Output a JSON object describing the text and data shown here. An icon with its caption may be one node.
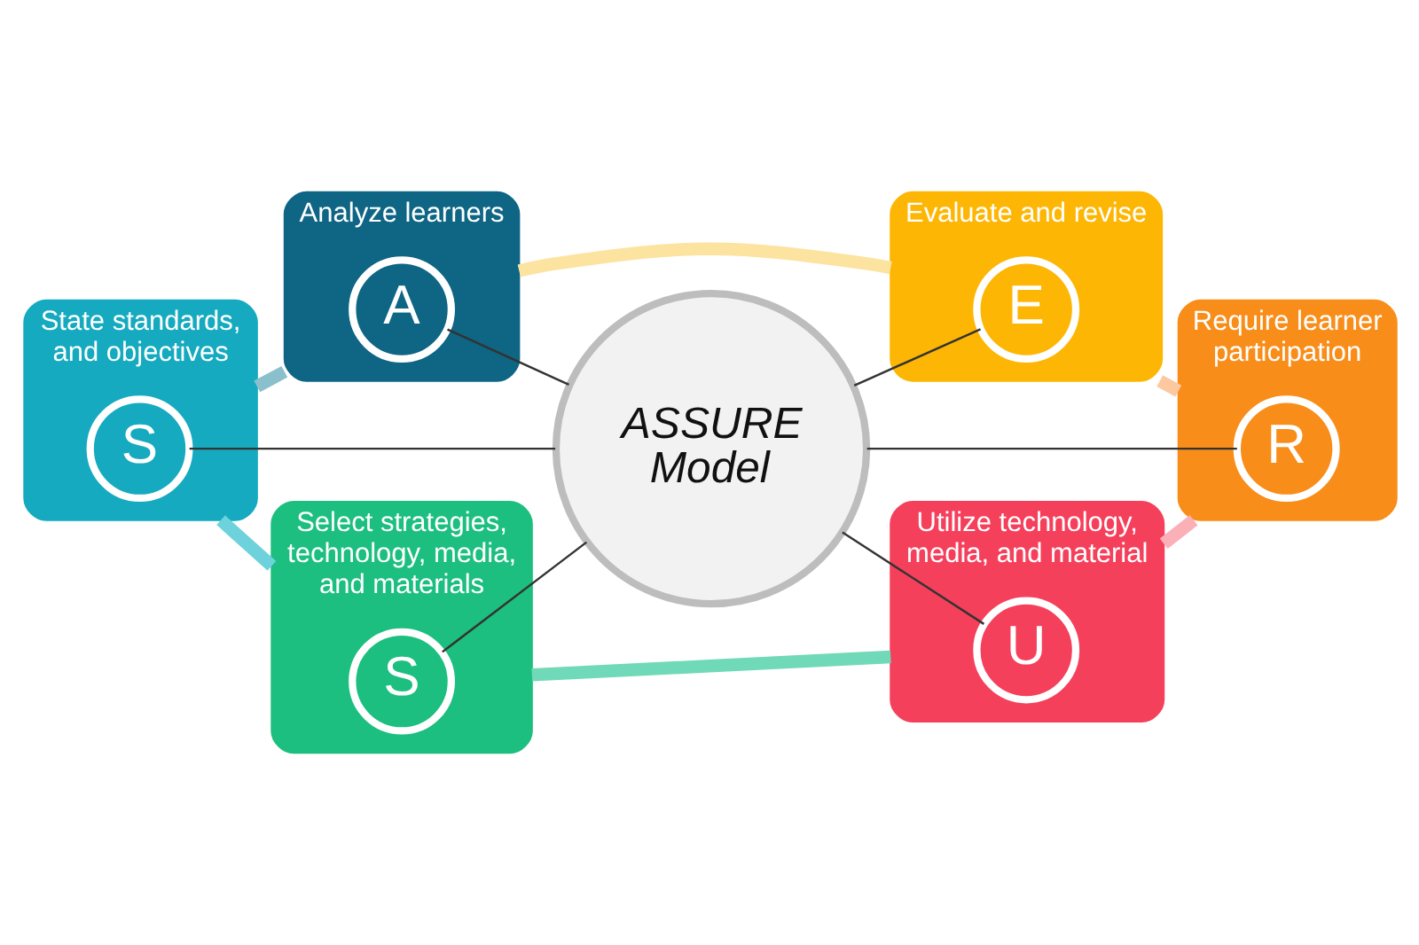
{
  "diagram": {
    "nodes": [
      {
        "text": [
          "Analyze learners"
        ]
      },
      {
        "text": [
          "A"
        ],
        "in": 0
      },
      {
        "text": [
          "Evaluate and revise"
        ]
      },
      {
        "text": [
          "E"
        ],
        "in": 2
      },
      {
        "text": [
          "State standards, and objectives"
        ]
      },
      {
        "text": [
          "S"
        ],
        "in": 4
      },
      {
        "text": [
          "ASSURE Model"
        ]
      },
      {
        "text": [
          "Require learner participation"
        ]
      },
      {
        "text": [
          "R"
        ],
        "in": 7
      },
      {
        "text": [
          "Select strategies, technology, media, and materials"
        ]
      },
      {
        "text": [
          "S"
        ],
        "in": 9
      },
      {
        "text": [
          "Utilize technology, media, and material"
        ]
      },
      {
        "text": [
          "U"
        ],
        "in": 11
      }
    ],
    "edges": [
      {
        "from": 1,
        "to": 6,
        "arrow": "none"
      },
      {
        "from": 6,
        "to": 3,
        "arrow": "none"
      },
      {
        "from": 5,
        "to": 6,
        "arrow": "none"
      },
      {
        "from": 6,
        "to": 8,
        "arrow": "none"
      },
      {
        "from": 10,
        "to": 6,
        "arrow": "none"
      },
      {
        "from": 6,
        "to": 12,
        "arrow": "none"
      },
      {
        "from": 0,
        "to": 2,
        "arrow": "none",
        "style": "thick",
        "color": "#fde3a0"
      },
      {
        "from": 2,
        "to": 7,
        "arrow": "none",
        "style": "thick",
        "color": "#fcc8a0"
      },
      {
        "from": 11,
        "to": 7,
        "arrow": "none",
        "style": "thick",
        "color": "#fbb0b8"
      },
      {
        "from": 9,
        "to": 11,
        "arrow": "none",
        "style": "thick",
        "color": "#6fd9b8"
      },
      {
        "from": 4,
        "to": 9,
        "arrow": "none",
        "style": "thick",
        "color": "#6dd2dc"
      },
      {
        "from": 4,
        "to": 0,
        "arrow": "none",
        "style": "thick",
        "color": "#8ac0cc"
      }
    ]
  }
}
